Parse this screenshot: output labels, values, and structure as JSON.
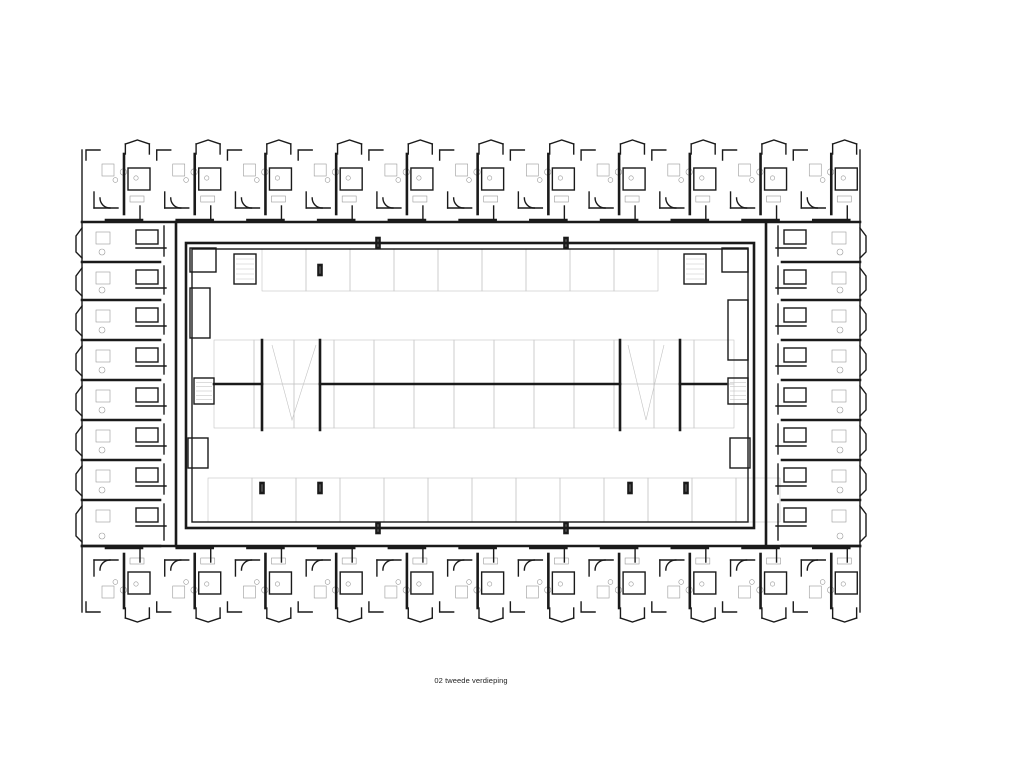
{
  "drawing": {
    "caption": "02 tweede verdieping",
    "colors": {
      "background": "#ffffff",
      "wall": "#1a1a1a",
      "fixture": "#9a9a9a",
      "parking": "#c4c4c4",
      "caption": "#222222"
    },
    "elements": [
      "apartment-units",
      "courtyard-wall",
      "parking-bays",
      "central-spine-wall",
      "stair-core"
    ]
  }
}
